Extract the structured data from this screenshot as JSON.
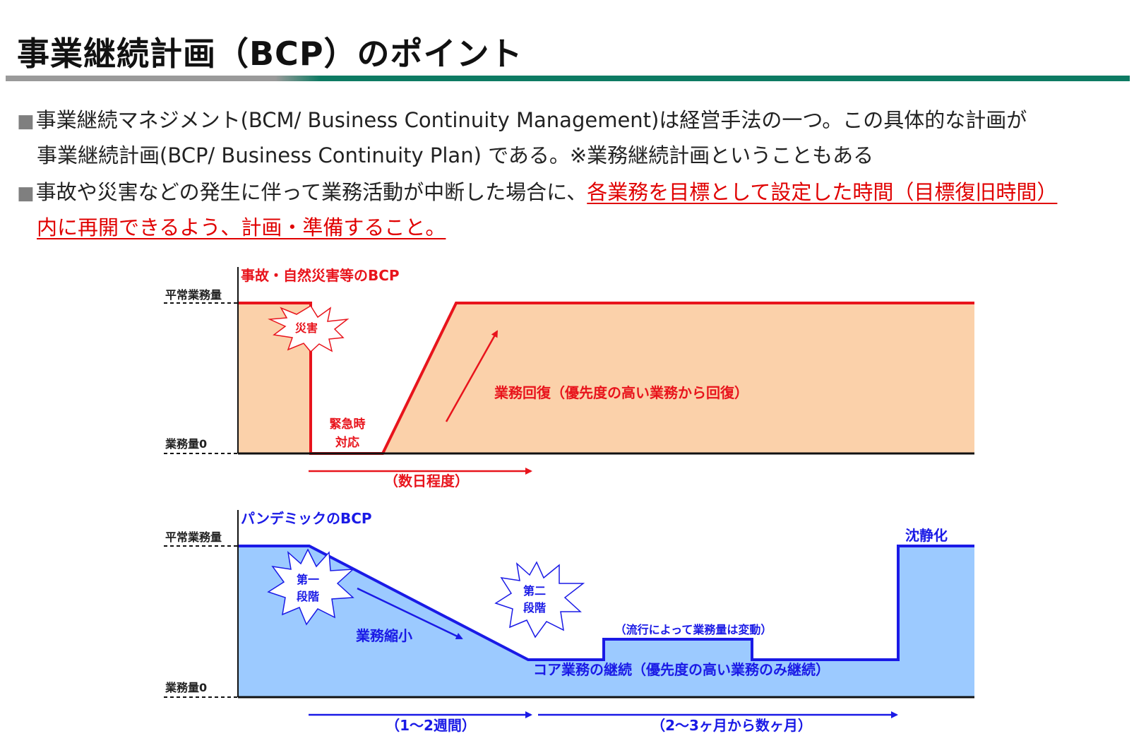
{
  "page": {
    "title": "事業継続計画（BCP）のポイント",
    "bullet1_line1": "事業継続マネジメント(BCM/ Business Continuity Management)は経営手法の一つ。この具体的な計画が",
    "bullet1_line2": "事業継続計画(BCP/ Business Continuity Plan) である。※業務継続計画ということもある",
    "bullet2_plain": "事故や災害などの発生に伴って業務活動が中断した場合に、",
    "bullet2_highlight1": "各業務を目標として設定した時間（目標復旧時間）",
    "bullet2_highlight2": "内に再開できるよう、計画・準備すること。",
    "bullet_marker": "■"
  },
  "diagram1": {
    "title": "事故・自然災害等のBCP",
    "level_normal": "平常業務量",
    "level_zero": "業務量0",
    "burst_label": "災害",
    "emergency_line1": "緊急時",
    "emergency_line2": "対応",
    "recovery_label": "業務回復（優先度の高い業務から回復）",
    "duration_label": "（数日程度）",
    "color": "#e8141c",
    "fill": "#fbd1aa"
  },
  "diagram2": {
    "title": "パンデミックのBCP",
    "level_normal": "平常業務量",
    "level_zero": "業務量0",
    "burst1_line1": "第一",
    "burst1_line2": "段階",
    "burst2_line1": "第二",
    "burst2_line2": "段階",
    "shrink_label": "業務縮小",
    "fluctuation_label": "（流行によって業務量は変動）",
    "core_label": "コア業務の継続（優先度の高い業務のみ継続）",
    "calm_label": "沈静化",
    "duration1_label": "（1～2週間）",
    "duration2_label": "（2～3ヶ月から数ヶ月）",
    "color": "#1a1ae6",
    "fill": "#9ccaff"
  }
}
